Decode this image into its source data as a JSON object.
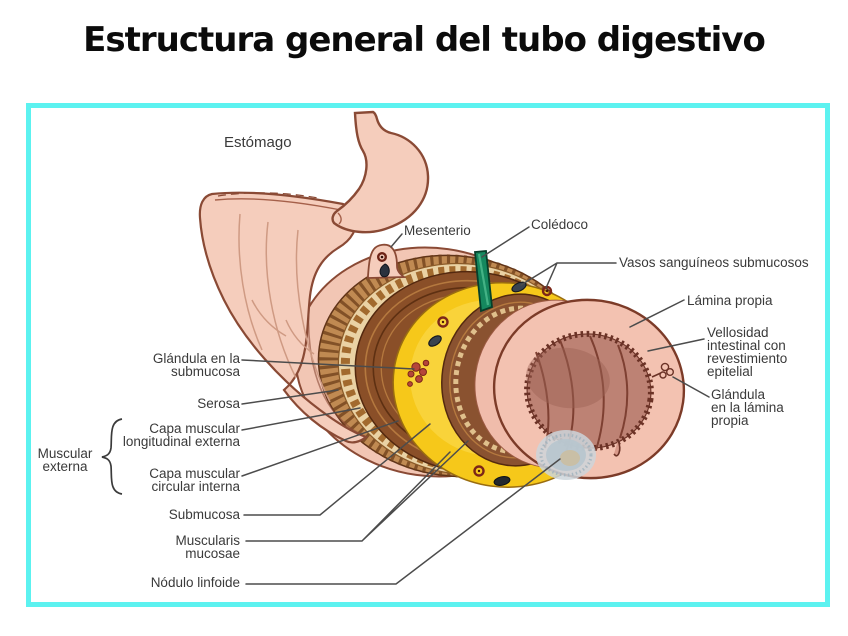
{
  "title": "Estructura general del tubo digestivo",
  "figure": {
    "border_color": "#5cf2f0",
    "labels": {
      "estomago": "Estómago",
      "mesenterio": "Mesenterio",
      "coledoco": "Colédoco",
      "vasos_sanguineos": "Vasos sanguíneos submucosos",
      "lamina_propia": "Lámina propia",
      "vellosidad": "Vellosidad\nintestinal con\nrevestimiento\nepitelial",
      "glandula_lamina_propia": "Glándula\nen la lámina\npropia",
      "glandula_submucosa": "Glándula en la\nsubmucosa",
      "serosa": "Serosa",
      "muscular_externa": "Muscular\nexterna",
      "capa_longitudinal": "Capa muscular\nlongitudinal externa",
      "capa_circular": "Capa muscular\ncircular interna",
      "submucosa": "Submucosa",
      "muscularis_mucosae": "Muscularis\nmucosae",
      "nodulo_linfoide": "Nódulo linfoide"
    },
    "colors": {
      "serosa_pink": "#f2c6b4",
      "organ_pink": "#f5cdbc",
      "muscle_tan": "#c08a52",
      "muscle_brown": "#8a4f28",
      "mosaic_cream": "#ead2a4",
      "submucosa_yellow": "#f6c81a",
      "mucosa_pink": "#f3c2b1",
      "lumen_mauve": "#bd8274",
      "duct_green": "#15885e",
      "nodule_gray": "#c2cdd4",
      "outline_brown": "#8a4a35",
      "leader_line": "#4c4c4c",
      "label_text": "#3a3a3a"
    }
  }
}
